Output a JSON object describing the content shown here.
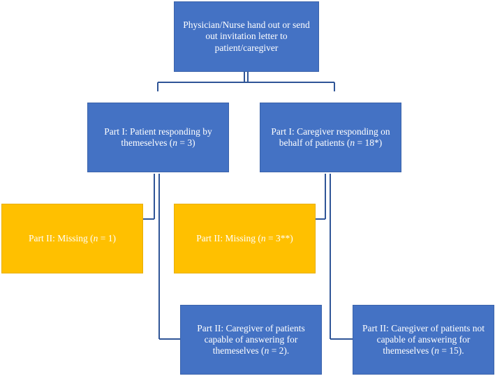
{
  "nodes": {
    "root": {
      "text": "Physician/Nurse hand out or send out invitation letter to patient/caregiver"
    },
    "patient_part1": {
      "prefix": "Part I: Patient responding by themeselves (",
      "n": "n",
      "suffix": " = 3)"
    },
    "caregiver_part1": {
      "prefix": "Part I: Caregiver responding on behalf of patients (",
      "n": "n",
      "suffix": " = 18*)"
    },
    "patient_missing": {
      "prefix": "Part II: Missing (",
      "n": "n",
      "suffix": " = 1)"
    },
    "caregiver_missing": {
      "prefix": "Part II: Missing (",
      "n": "n",
      "suffix": " = 3**)"
    },
    "patient_part2": {
      "prefix": "Part II: Caregiver of patients capable of answering for themeselves (",
      "n": "n",
      "suffix": " = 2)."
    },
    "caregiver_part2": {
      "prefix": "Part II: Caregiver of patients not capable of answering for themeselves (",
      "n": "n",
      "suffix": " = 15)."
    }
  },
  "colors": {
    "box_blue": "#4472c4",
    "box_gold": "#ffc000",
    "connector": "#2f5597",
    "text": "#ffffff"
  }
}
